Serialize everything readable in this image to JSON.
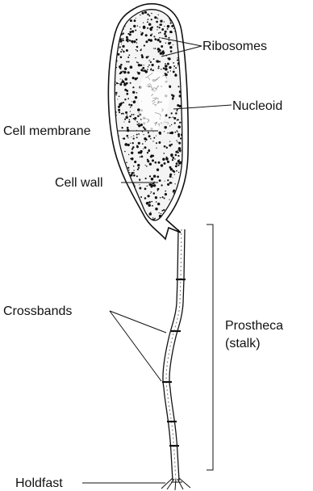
{
  "labels": {
    "ribosomes": "Ribosomes",
    "nucleoid": "Nucleoid",
    "cell_membrane": "Cell membrane",
    "cell_wall": "Cell wall",
    "prostheca_line1": "Prostheca",
    "prostheca_line2": "(stalk)",
    "crossbands": "Crossbands",
    "holdfast": "Holdfast"
  },
  "colors": {
    "ink": "#111111",
    "background": "#ffffff"
  }
}
